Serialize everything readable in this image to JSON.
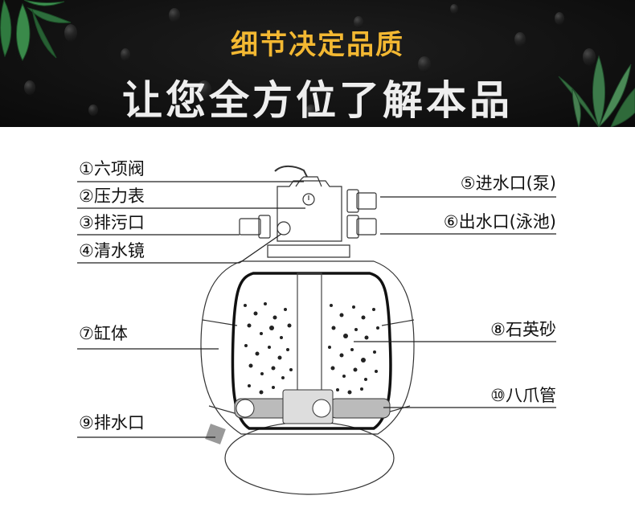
{
  "header": {
    "title_line1": "细节决定品质",
    "title_line2": "让您全方位了解本品",
    "title_line1_color": "#f3b832",
    "title_line2_color": "#eeeeee",
    "background_color": "#121212",
    "decoration": [
      "water-drops",
      "green-leaves"
    ]
  },
  "diagram": {
    "subject": "sand-filter-tank",
    "labels_left": [
      {
        "num": "①",
        "text": "六项阀"
      },
      {
        "num": "②",
        "text": "压力表"
      },
      {
        "num": "③",
        "text": "排污口"
      },
      {
        "num": "④",
        "text": "清水镜"
      },
      {
        "num": "⑦",
        "text": "缸体"
      },
      {
        "num": "⑨",
        "text": "排水口"
      }
    ],
    "labels_right": [
      {
        "num": "⑤",
        "text": "进水口(泵)"
      },
      {
        "num": "⑥",
        "text": "出水口(泳池)"
      },
      {
        "num": "⑧",
        "text": "石英砂"
      },
      {
        "num": "⑩",
        "text": "八爪管"
      }
    ]
  }
}
